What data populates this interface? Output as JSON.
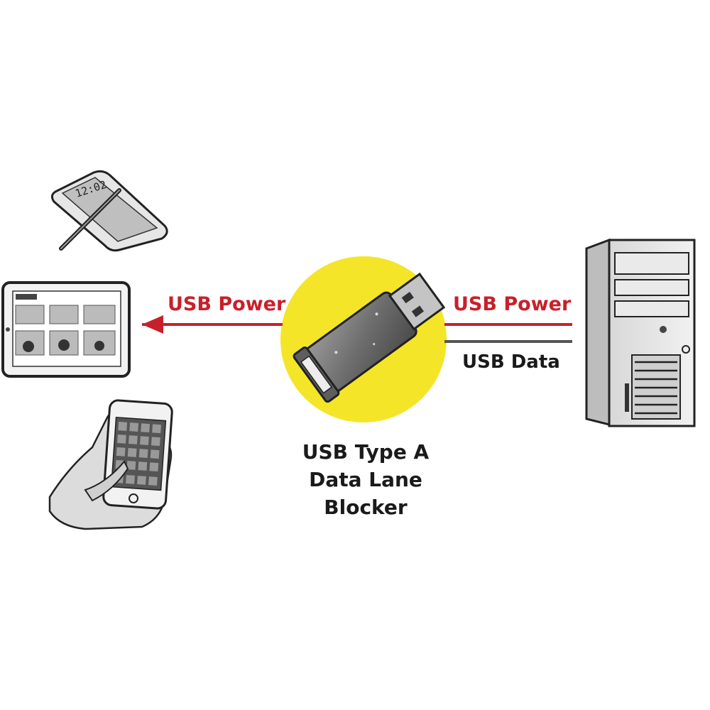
{
  "labels": {
    "power_left": "USB Power",
    "power_right": "USB Power",
    "data_right": "USB Data",
    "caption_line1": "USB Type A",
    "caption_line2": "Data Lane Blocker"
  },
  "colors": {
    "power_red": "#c8202a",
    "circle_yellow": "#f4e528",
    "data_line": "#555555",
    "ink": "#1a1a1a"
  },
  "icons": [
    "smartphone-stylus-icon",
    "tablet-icon",
    "phone-in-hand-icon",
    "usb-adapter-icon",
    "pc-tower-icon"
  ]
}
